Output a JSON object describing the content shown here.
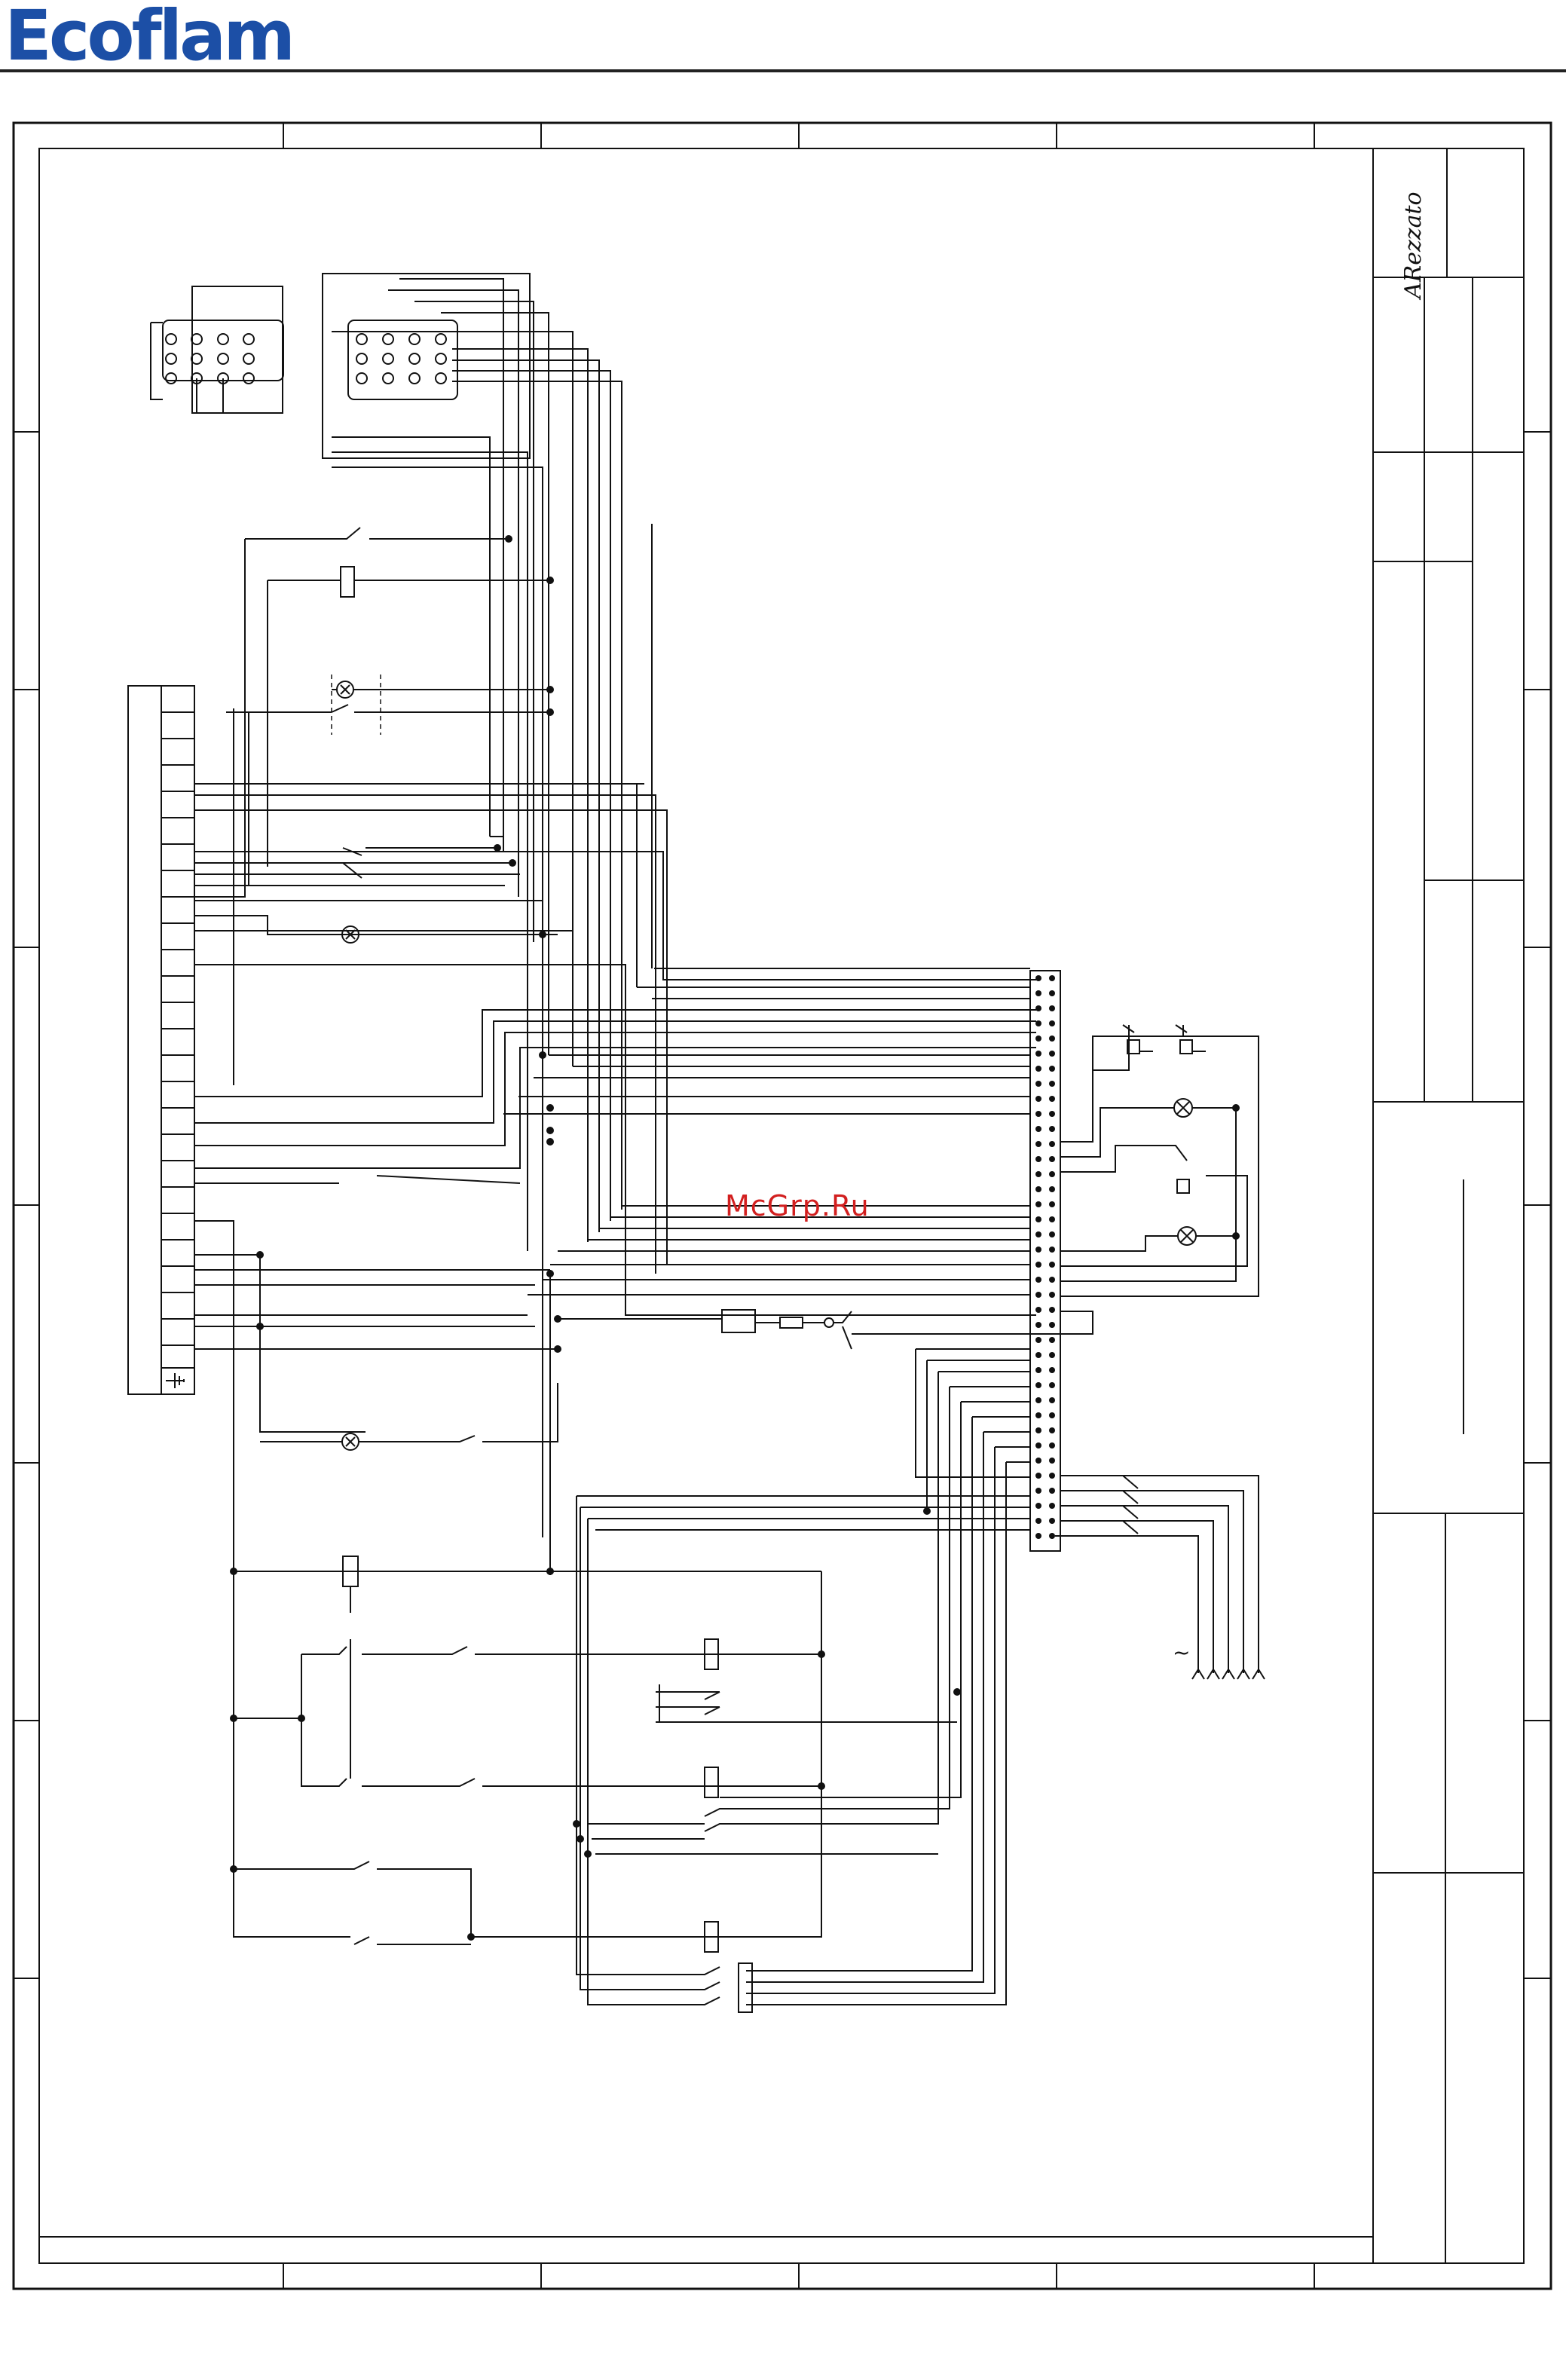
{
  "header": {
    "logo_text": "Ecoflam",
    "logo_color": "#1c4fa6"
  },
  "watermark": {
    "text": "McGrp.Ru",
    "color": "#d21f1f"
  },
  "title_block": {
    "signature": "ARezzato"
  },
  "diagram": {
    "supply_symbol": "~",
    "ink_color": "#111111",
    "icons": [
      "lamp-icon",
      "fuse-icon",
      "relay-coil-icon",
      "contact-icon",
      "earth-icon",
      "arrow-up-icon",
      "solenoid-valve-icon",
      "plug-connector-icon"
    ]
  }
}
